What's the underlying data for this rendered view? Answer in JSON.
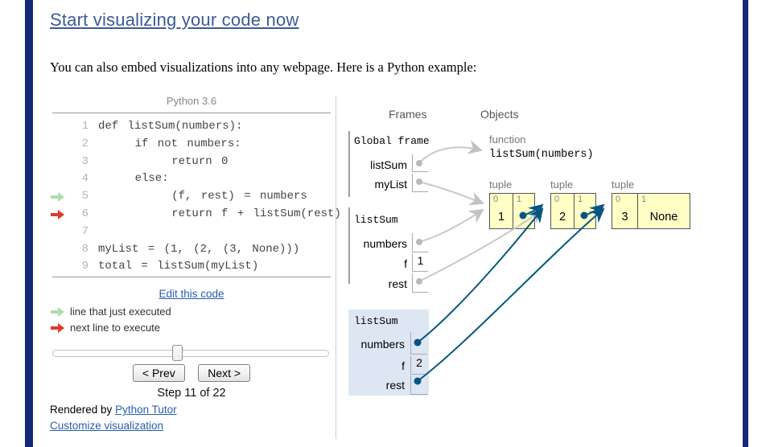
{
  "page": {
    "title": "Start visualizing your code now",
    "intro": "You can also embed visualizations into any webpage. Here is a Python example:"
  },
  "code_panel": {
    "runtime": "Python 3.6",
    "lines": [
      {
        "num": "1",
        "text": "def listSum(numbers):"
      },
      {
        "num": "2",
        "text": "    if not numbers:"
      },
      {
        "num": "3",
        "text": "        return 0"
      },
      {
        "num": "4",
        "text": "    else:"
      },
      {
        "num": "5",
        "text": "        (f, rest) = numbers"
      },
      {
        "num": "6",
        "text": "        return f + listSum(rest)"
      },
      {
        "num": "7",
        "text": ""
      },
      {
        "num": "8",
        "text": "myList = (1, (2, (3, None)))"
      },
      {
        "num": "9",
        "text": "total = listSum(myList)"
      }
    ],
    "executed_arrow_line": 5,
    "next_arrow_line": 6,
    "edit_link": "Edit this code",
    "legend": [
      {
        "label": "line that just executed",
        "color": "#aedcae"
      },
      {
        "label": "next line to execute",
        "color": "#dd3b2e"
      }
    ],
    "controls": {
      "prev_label": "< Prev",
      "next_label": "Next >",
      "step_label": "Step 11 of 22"
    },
    "footer": {
      "rendered_by_prefix": "Rendered by ",
      "rendered_by_link": "Python Tutor",
      "customize_link": "Customize visualization"
    }
  },
  "viz": {
    "frames_header": "Frames",
    "objects_header": "Objects",
    "frames": {
      "global": {
        "title": "Global frame",
        "rows": [
          {
            "label": "listSum",
            "value": "pointer"
          },
          {
            "label": "myList",
            "value": "pointer"
          }
        ]
      },
      "frame1": {
        "title": "listSum",
        "rows": [
          {
            "label": "numbers",
            "value": "pointer"
          },
          {
            "label": "f",
            "value": "1"
          },
          {
            "label": "rest",
            "value": "pointer"
          }
        ]
      },
      "frame2": {
        "title": "listSum",
        "highlighted": true,
        "rows": [
          {
            "label": "numbers",
            "value": "pointer"
          },
          {
            "label": "f",
            "value": "2"
          },
          {
            "label": "rest",
            "value": "pointer"
          }
        ]
      }
    },
    "objects": {
      "function": {
        "type_label": "function",
        "name": "listSum(numbers)"
      },
      "tuples": [
        {
          "type_label": "tuple",
          "cells": [
            {
              "index": "0",
              "value": "1"
            },
            {
              "index": "1",
              "value": "pointer"
            }
          ]
        },
        {
          "type_label": "tuple",
          "cells": [
            {
              "index": "0",
              "value": "2"
            },
            {
              "index": "1",
              "value": "pointer"
            }
          ]
        },
        {
          "type_label": "tuple",
          "cells": [
            {
              "index": "0",
              "value": "3"
            },
            {
              "index": "1",
              "value": "None"
            }
          ]
        }
      ]
    },
    "colors": {
      "pointer_blue": "#005583",
      "pointer_gray": "#b9b9b9",
      "tuple_bg": "#ffffc6",
      "highlight_bg": "#dde6f3",
      "accent_navy": "#16277c"
    }
  }
}
